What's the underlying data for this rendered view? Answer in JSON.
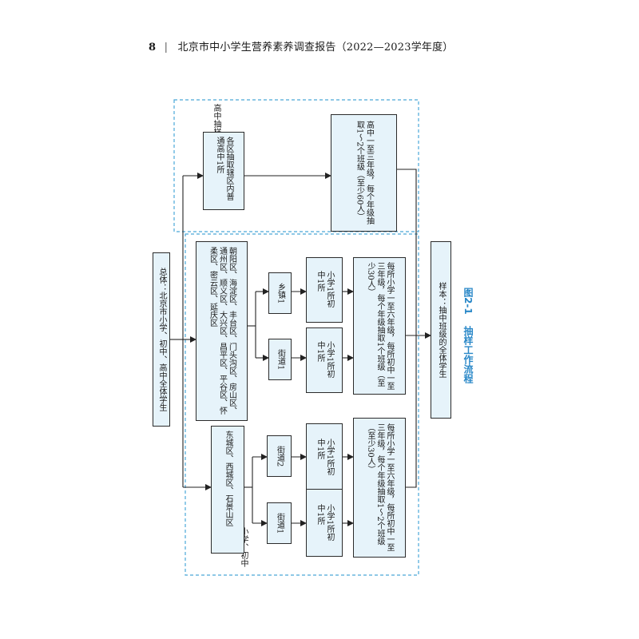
{
  "header": {
    "page_number": "8",
    "separator": "|",
    "book_title": "北京市中小学生营养素养调查报告（2022—2023学年度）"
  },
  "diagram": {
    "region_high_school_label": "高中抽样",
    "region_primary_middle_label": "小学、初中抽样",
    "population": "总体：北京市小学、初中、高中全体学生",
    "high_school": {
      "select": "各区抽取辖区内普通高中1所",
      "classes": "高中一至三年级，每个年级抽取1～2个班级（至少60人）"
    },
    "group_a": {
      "districts": "朝阳区、海淀区、丰台区、门头沟区、房山区、通州区、顺义区、大兴区、昌平区、平谷区、怀柔区、密云区、延庆区",
      "street": "街道1",
      "town": "乡镇1",
      "school_street": "小学1所初中1所",
      "school_town": "小学1所初中1所",
      "classes": "每所小学一至六年级，每所初中一至三年级，每个年级抽取1个班级（至少30人）"
    },
    "group_b": {
      "districts": "东城区、西城区、石景山区",
      "street1": "街道1",
      "street2": "街道2",
      "school_street1": "小学1所初中1所",
      "school_street2": "小学1所初中1所",
      "classes": "每所小学一至六年级，每所初中一至三年级，每个年级抽取1～2个班级（至少30人）"
    },
    "sample": "样本：抽中班级的全体学生"
  },
  "caption": {
    "number": "图2-1",
    "title": "抽样工作流程"
  },
  "colors": {
    "box_fill": "#e6f3fa",
    "dashed_border": "#4aa8d8",
    "caption": "#2a88c8"
  }
}
